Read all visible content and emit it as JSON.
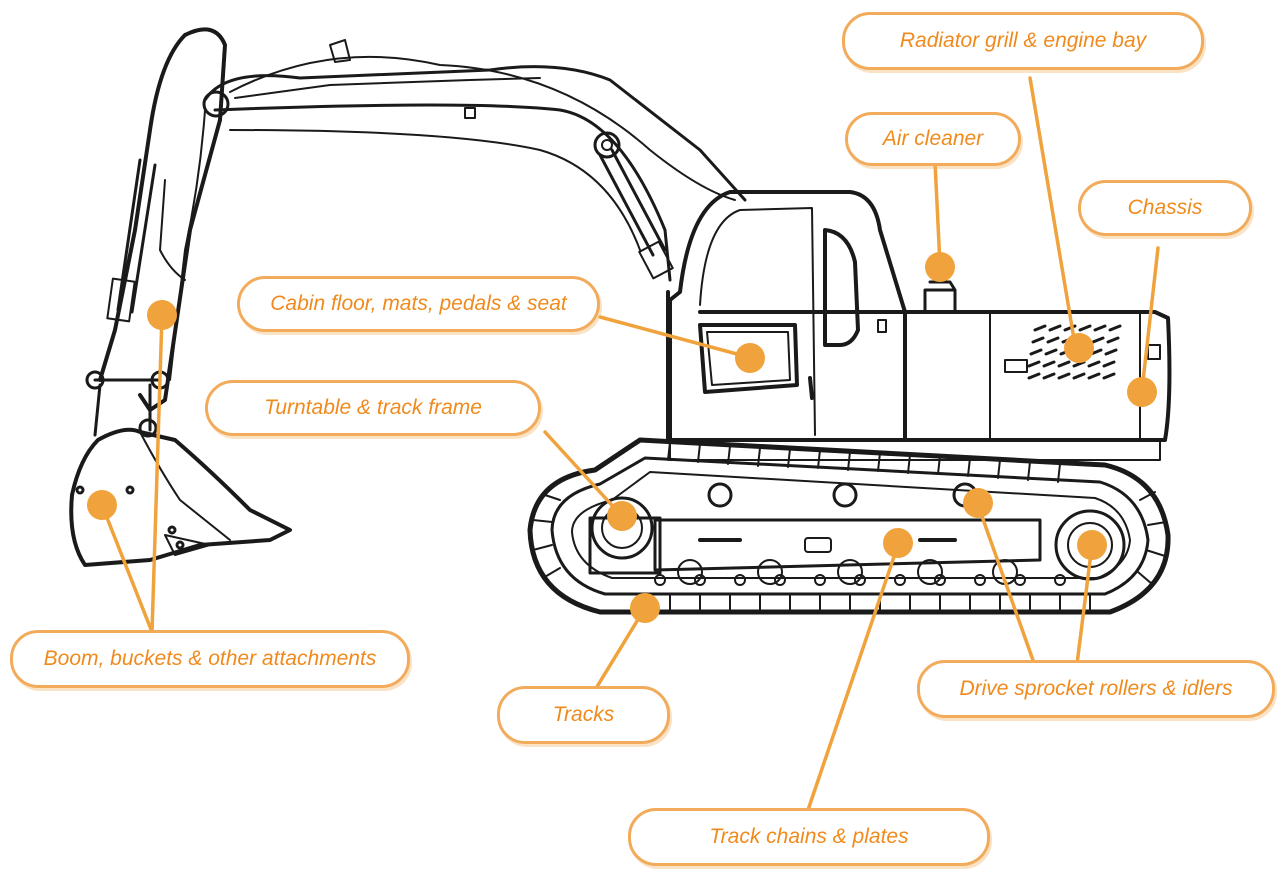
{
  "colors": {
    "accent": "#f0a33c",
    "label_text": "#f08a1c",
    "outline": "#f2ab5a",
    "drawing": "#1a1a1a"
  },
  "labels": {
    "radiator": "Radiator grill & engine bay",
    "air_cleaner": "Air cleaner",
    "chassis": "Chassis",
    "cabin": "Cabin floor, mats, pedals & seat",
    "turntable": "Turntable & track frame",
    "boom": "Boom, buckets & other attachments",
    "tracks": "Tracks",
    "sprocket": "Drive sprocket rollers & idlers",
    "chains": "Track chains & plates"
  }
}
